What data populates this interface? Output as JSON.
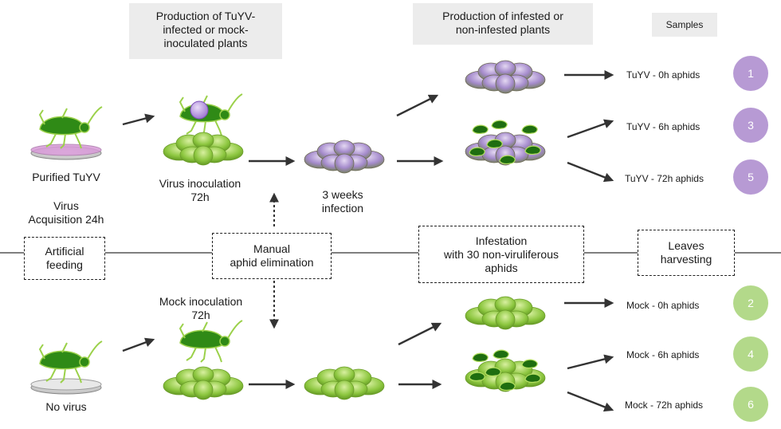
{
  "headers": {
    "production_inoculated": "Production of TuYV-\ninfected or mock-\ninoculated plants",
    "production_infested": "Production of infested or\nnon-infested plants",
    "samples": "Samples"
  },
  "virus_branch": {
    "purified_label": "Purified TuYV",
    "acquisition_label": "Virus\nAcquisition 24h",
    "inoculation_label": "Virus inoculation\n72h",
    "infection_label": "3 weeks\ninfection"
  },
  "mock_branch": {
    "no_virus_label": "No virus",
    "inoculation_label": "Mock inoculation\n72h"
  },
  "steps": {
    "artificial_feeding": "Artificial\nfeeding",
    "manual_elimination": "Manual\naphid elimination",
    "infestation": "Infestation\nwith 30 non-viruliferous\naphids",
    "leaves_harvesting": "Leaves\nharvesting"
  },
  "samples": [
    {
      "label": "TuYV - 0h aphids",
      "number": "1"
    },
    {
      "label": "TuYV - 6h aphids",
      "number": "3"
    },
    {
      "label": "TuYV - 72h aphids",
      "number": "5"
    },
    {
      "label": "Mock - 0h aphids",
      "number": "2"
    },
    {
      "label": "Mock - 6h aphids",
      "number": "4"
    },
    {
      "label": "Mock - 72h aphids",
      "number": "6"
    }
  ],
  "colors": {
    "virus_circle": "#b79ad4",
    "mock_circle": "#b3d98a",
    "plant_green": "#8cc63f",
    "plant_purple": "#9b7fc4",
    "aphid_green": "#3f9a1e",
    "arrow": "#333333"
  }
}
